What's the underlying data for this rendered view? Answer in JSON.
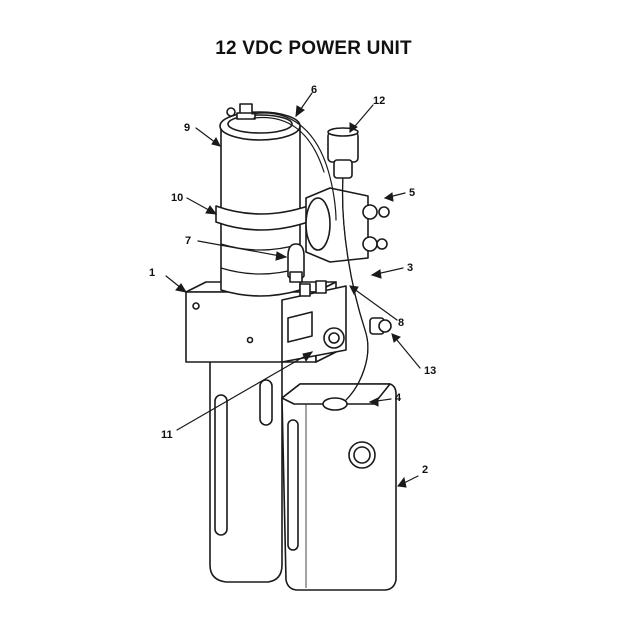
{
  "title": "12 VDC POWER UNIT",
  "callouts": [
    "1",
    "2",
    "3",
    "4",
    "5",
    "6",
    "7",
    "8",
    "9",
    "10",
    "11",
    "12",
    "13"
  ]
}
